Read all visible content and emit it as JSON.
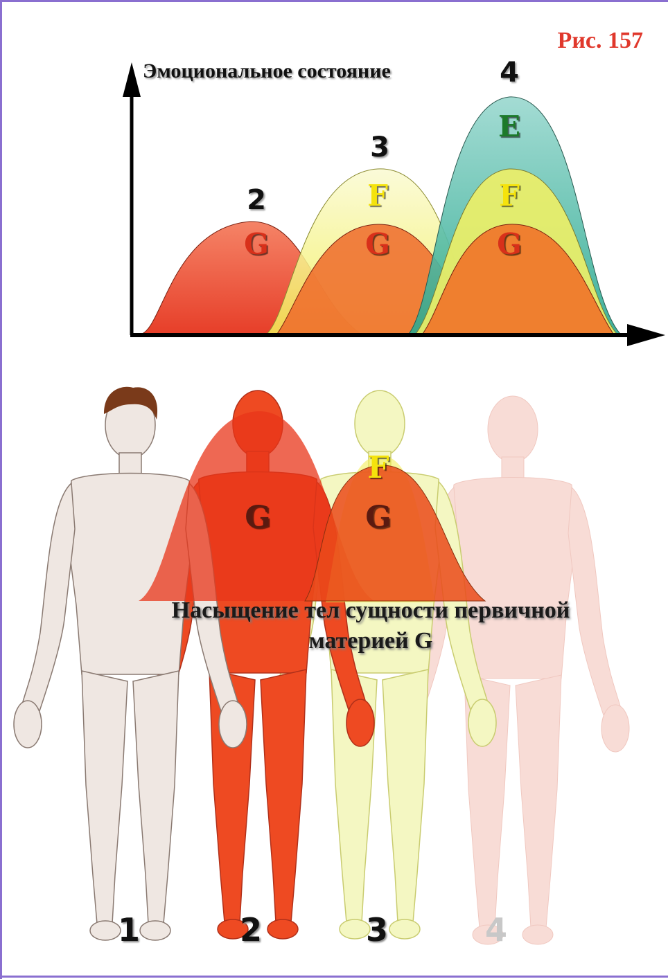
{
  "figure_label": "Рис. 157",
  "chart": {
    "title": "Эмоциональное  состояние",
    "peaks": [
      {
        "number": "2",
        "layers": [
          "G"
        ]
      },
      {
        "number": "3",
        "layers": [
          "F",
          "G"
        ]
      },
      {
        "number": "4",
        "layers": [
          "E",
          "F",
          "G"
        ]
      }
    ]
  },
  "figures": {
    "overlay_letters": [
      "F",
      "G",
      "G"
    ],
    "caption_line1": "Насыщение тел сущности первичной",
    "caption_line2": "материей G",
    "body_numbers": [
      "1",
      "2",
      "3",
      "4"
    ]
  },
  "colors": {
    "frame": "#8a6fd0",
    "figure_label": "#e0382c",
    "layer_G": "#ea3b1e",
    "layer_F": "#f2f04a",
    "layer_E": "#2fb39a",
    "letter_G": "#d8301a",
    "letter_F": "#f5e30c",
    "letter_E": "#1c7a2a",
    "body_1": "#efe7e2",
    "body_2": "#ee4a22",
    "body_3": "#f4f7c2",
    "body_4": "#f8dcd6"
  }
}
